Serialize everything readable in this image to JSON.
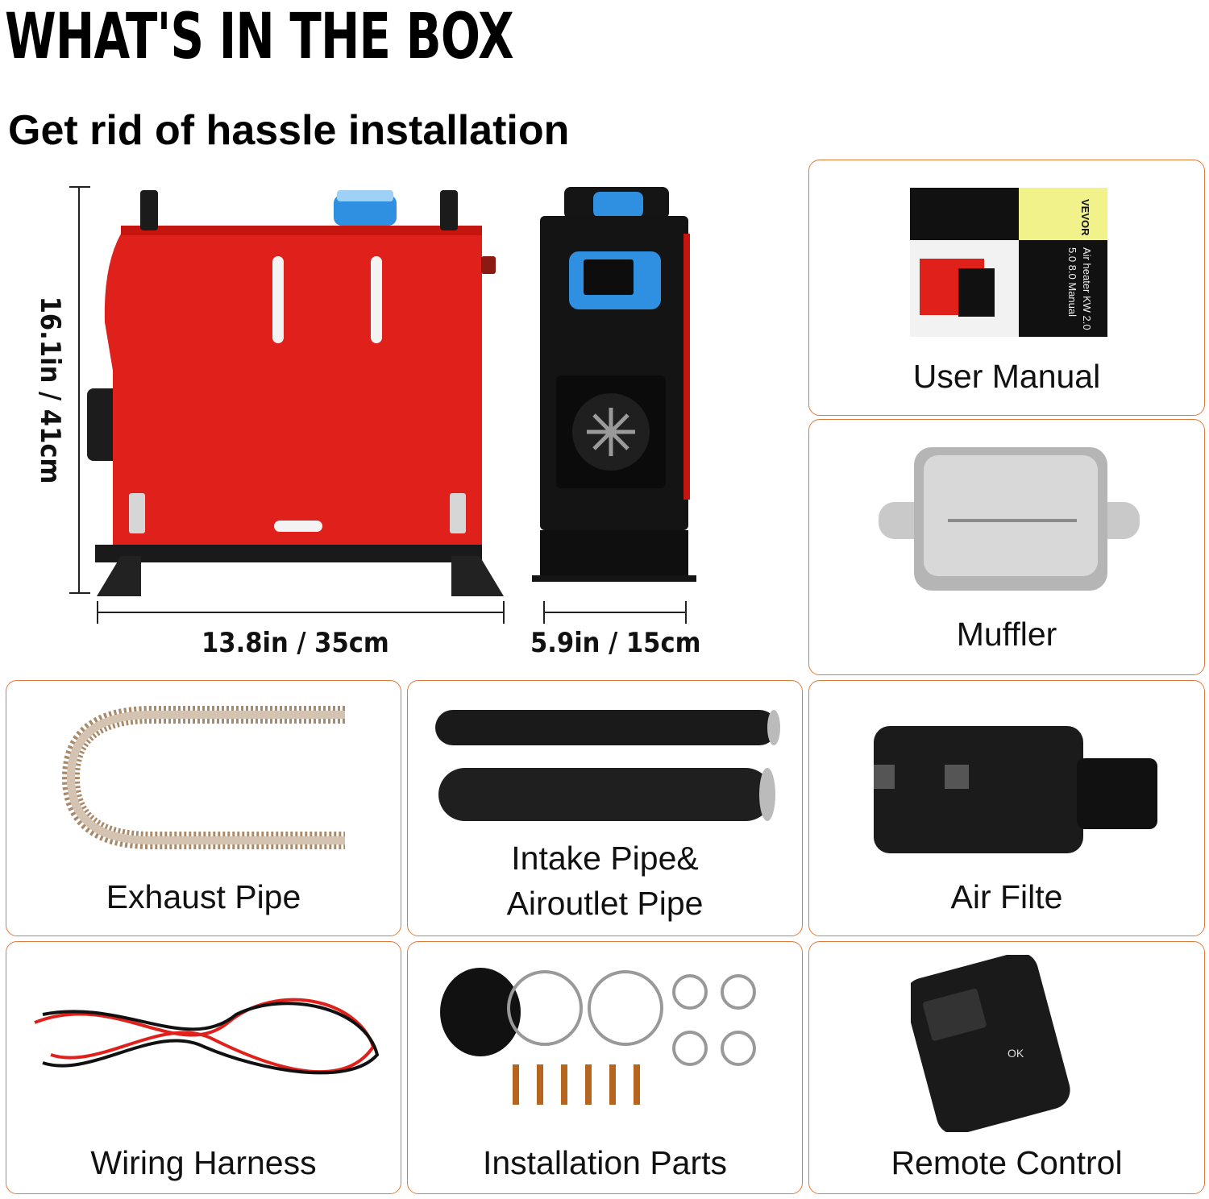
{
  "header": {
    "title": "WHAT'S IN THE BOX",
    "subtitle": "Get rid of hassle installation"
  },
  "dimensions": {
    "height": "16.1in / 41cm",
    "width": "13.8in / 35cm",
    "depth": "5.9in / 15cm"
  },
  "items": [
    {
      "label": "User Manual"
    },
    {
      "label": "Muffler"
    },
    {
      "label": "Exhaust Pipe"
    },
    {
      "label_line1": "Intake Pipe&",
      "label_line2": "Airoutlet Pipe"
    },
    {
      "label": "Air Filte"
    },
    {
      "label": "Wiring Harness"
    },
    {
      "label": "Installation Parts"
    },
    {
      "label": "Remote Control"
    }
  ],
  "manual": {
    "brand": "VEVOR",
    "text_line1": "Air heater KW 2.0",
    "text_line2": "5.0 8.0 Manual"
  },
  "remote": {
    "ok": "OK"
  },
  "colors": {
    "card_border": "#e07a3c",
    "heater_red": "#e0211b",
    "accent_blue": "#2f8fe0"
  }
}
